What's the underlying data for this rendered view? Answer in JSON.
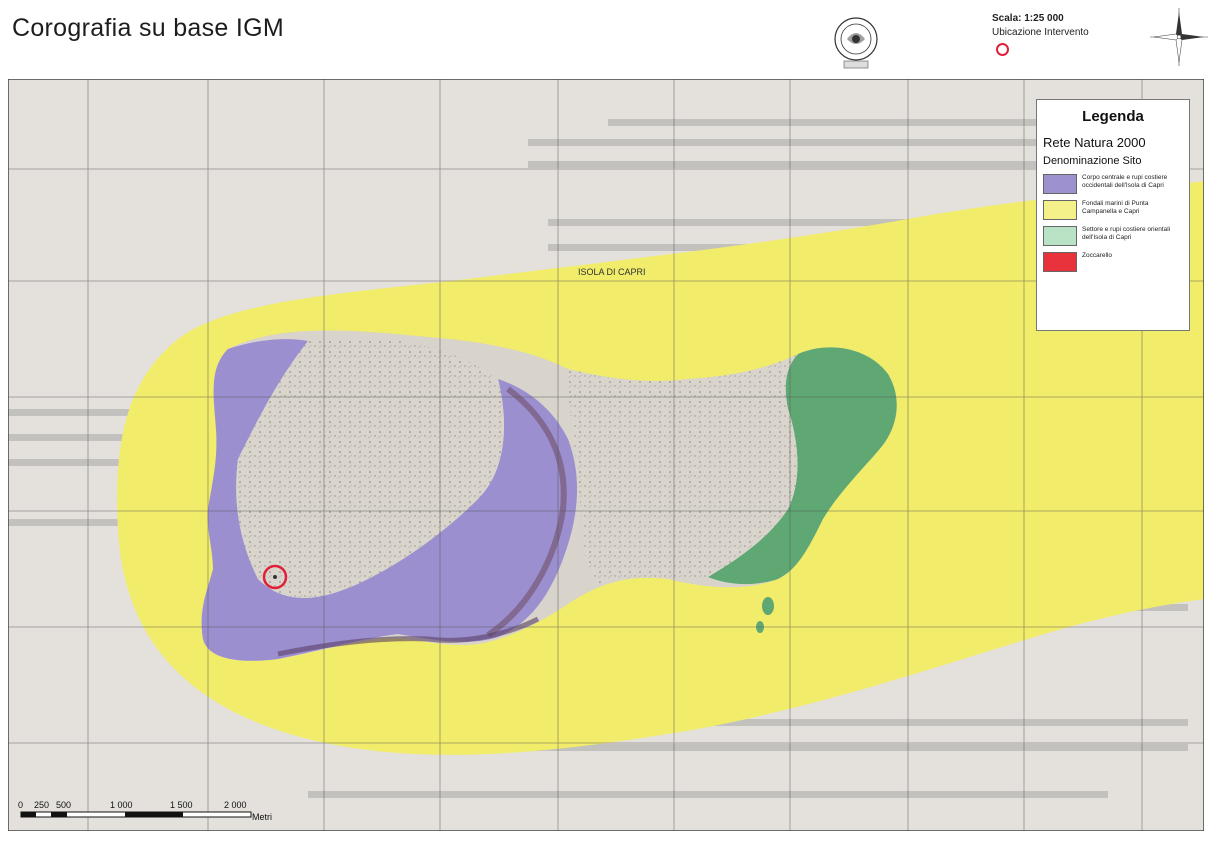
{
  "header": {
    "title": "Corografia su base IGM",
    "scale": "Scala: 1:25 000",
    "location_label": "Ubicazione Intervento"
  },
  "legend": {
    "title": "Legenda",
    "subtitle": "Rete Natura 2000",
    "section": "Denominazione Sito",
    "items": [
      {
        "label": "Corpo centrale e rupi costiere occidentali dell'Isola di Capri",
        "color": "#9d92cf"
      },
      {
        "label": "Fondali marini di Punta Campanella e Capri",
        "color": "#f4f08a"
      },
      {
        "label": "Settore e rupi costiere orientali dell'Isola di Capri",
        "color": "#b9e3c4"
      },
      {
        "label": "Zoccarello",
        "color": "#e8323c"
      }
    ]
  },
  "map": {
    "place_label": "ISOLA DI CAPRI",
    "colors": {
      "background": "#e4e1dc",
      "sea_zone": "#f1ec6a",
      "west_zone": "#9b8fd0",
      "east_zone": "#5fa874",
      "island": "#d8d3cb",
      "grid": "#555555",
      "marker": "#e0203a"
    }
  },
  "scalebar": {
    "ticks": [
      "0",
      "250",
      "500",
      "1 000",
      "1 500",
      "2 000"
    ],
    "unit": "Metri"
  }
}
